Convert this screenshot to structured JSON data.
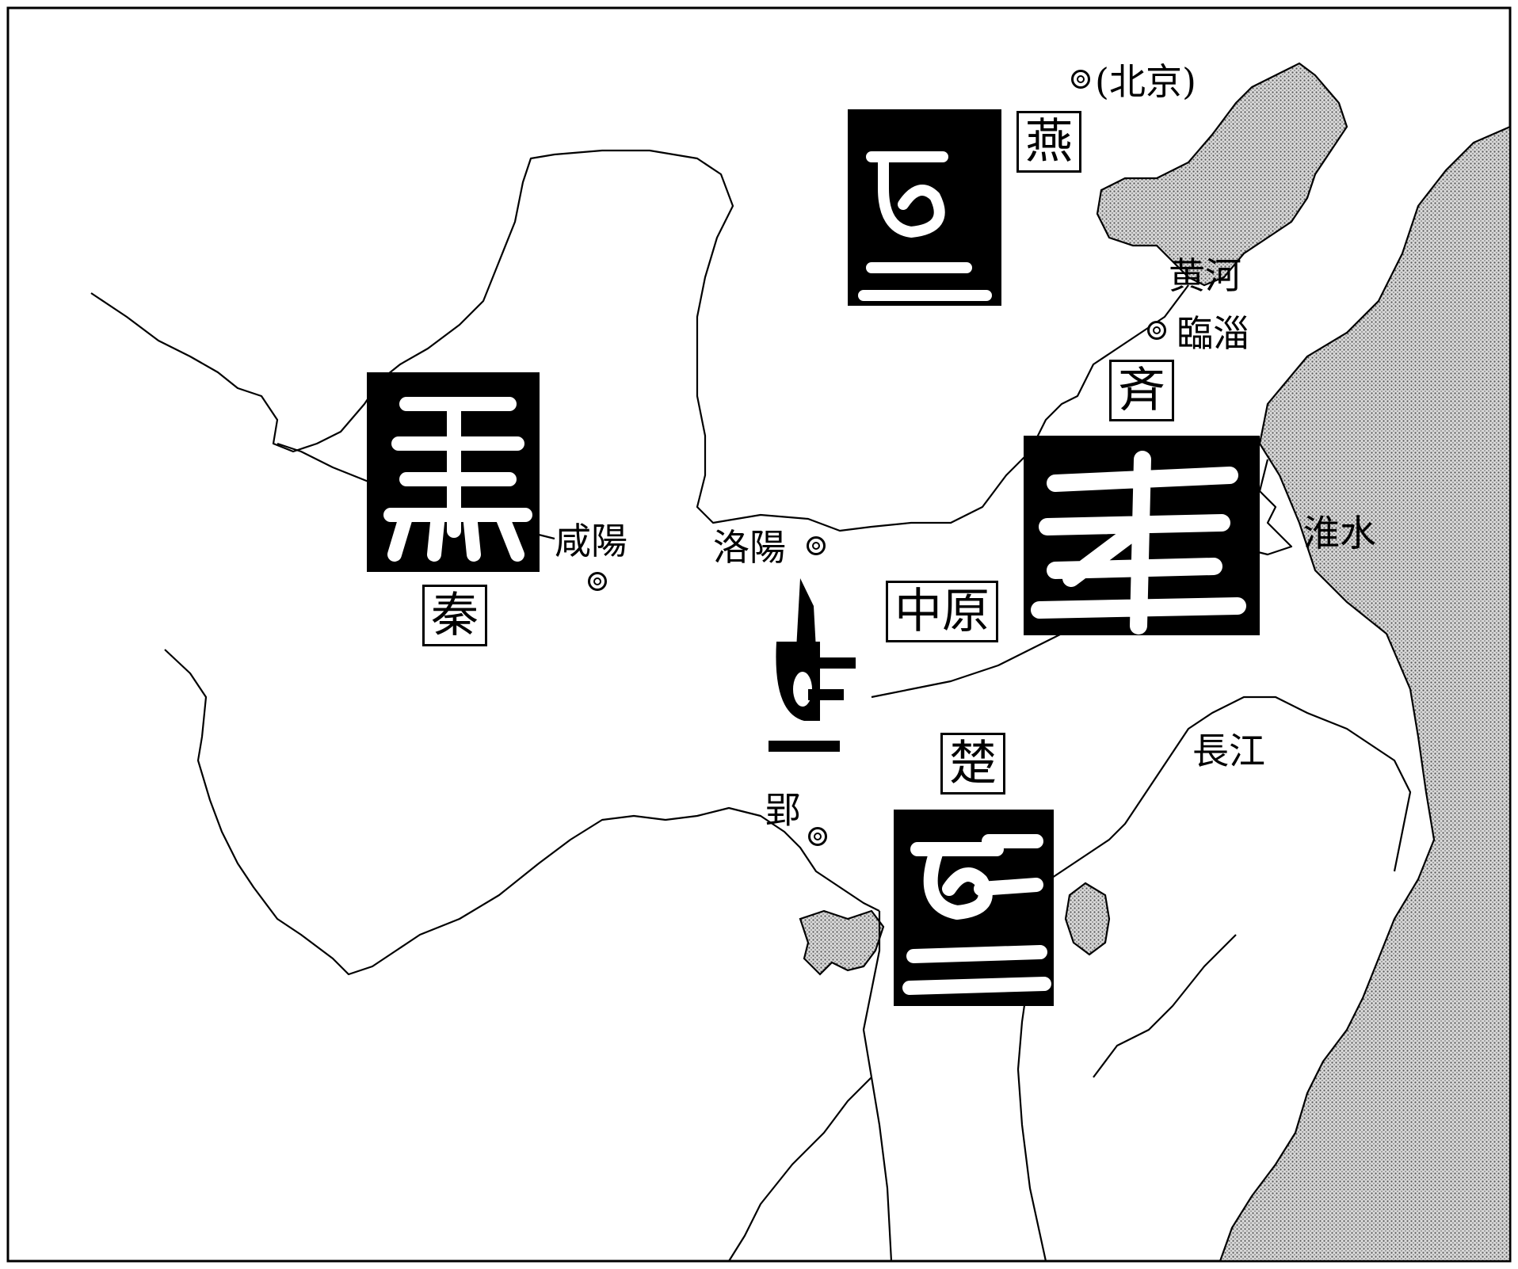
{
  "map": {
    "cities": {
      "beijing": "(北京)",
      "linzi": "臨淄",
      "xianyang": "咸陽",
      "luoyang": "洛陽",
      "ying": "郢"
    },
    "regions": {
      "yan": "燕",
      "qi": "斉",
      "qin": "秦",
      "zhongyuan": "中原",
      "chu": "楚"
    },
    "rivers": {
      "huanghe": "黄河",
      "huaishui": "淮水",
      "changjiang": "長江"
    },
    "seals": [
      "yan-seal-icon",
      "qin-seal-icon",
      "qi-seal-icon",
      "zhongyuan-glyph-icon",
      "chu-seal-icon"
    ],
    "sea_fill": "#c8c8c8",
    "ink": "#000000"
  }
}
